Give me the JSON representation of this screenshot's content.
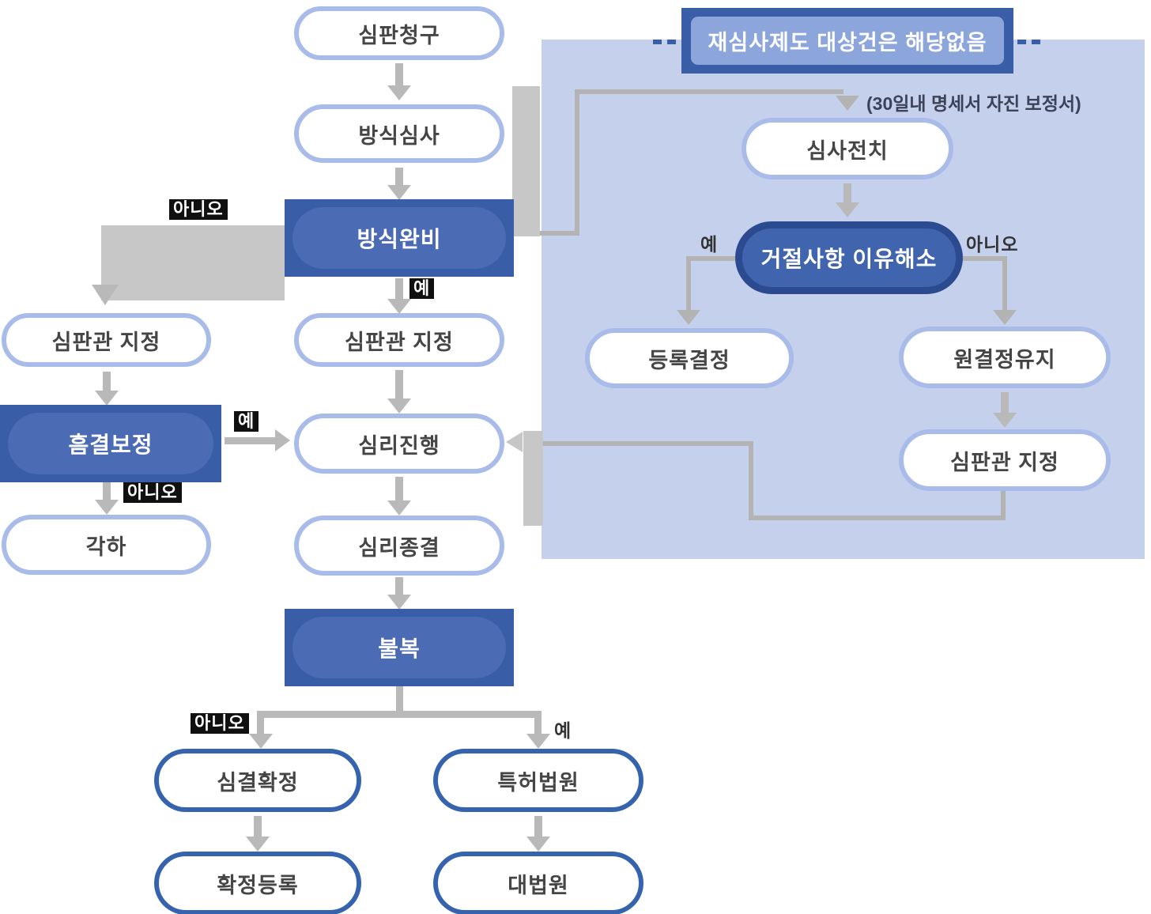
{
  "labels": {
    "yes": "예",
    "no": "아니오"
  },
  "nodes": {
    "trial_request": {
      "label": "심판청구"
    },
    "formality_exam": {
      "label": "방식심사"
    },
    "formality_complete": {
      "label": "방식완비"
    },
    "judge_assign_left": {
      "label": "심판관 지정"
    },
    "defect_correction": {
      "label": "흠결보정"
    },
    "dismissal": {
      "label": "각하"
    },
    "judge_assign_center": {
      "label": "심판관 지정"
    },
    "trial_proceed": {
      "label": "심리진행"
    },
    "trial_close": {
      "label": "심리종결"
    },
    "appeal": {
      "label": "불복"
    },
    "decision_final": {
      "label": "심결확정"
    },
    "final_registration": {
      "label": "확정등록"
    },
    "patent_court": {
      "label": "특허법원"
    },
    "supreme_court": {
      "label": "대법원"
    },
    "pre_exam": {
      "label": "심사전치"
    },
    "rejection_resolved": {
      "label": "거절사항 이유해소"
    },
    "registration_decision": {
      "label": "등록결정"
    },
    "original_decision_kept": {
      "label": "원결정유지"
    },
    "judge_assign_right": {
      "label": "심판관 지정"
    }
  },
  "panel": {
    "title": "재심사제도 대상건은 해당없음",
    "note": "(30일내 명세서 자진 보정서)"
  },
  "colors": {
    "box_outer": "#3a5da8",
    "box_inner": "#4b6bb4",
    "header_inner": "#8ca5db",
    "oval_border_light": "#a9bbe9",
    "oval_border_dark": "#3563ae",
    "pill_fill": "#4164ae",
    "pill_border": "#2b4a90",
    "panel_bg": "#c5d0ed",
    "connector_gray": "#b9b9b9",
    "connector_thick_gray": "#c7c7c7",
    "badge_bg": "#101010",
    "text_dark": "#454545"
  }
}
